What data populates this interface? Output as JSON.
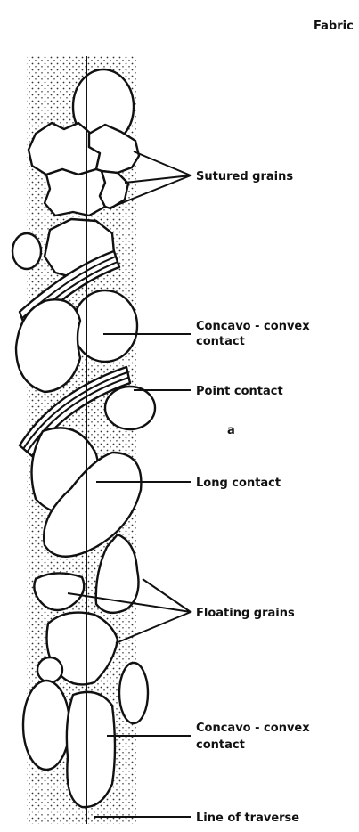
{
  "title": "Fabric",
  "page_mark": "a",
  "labels": {
    "sutured_grains": "Sutured grains",
    "concavo_convex_1_line1": "Concavo - convex",
    "concavo_convex_1_line2": "contact",
    "point_contact": "Point contact",
    "long_contact": "Long contact",
    "floating_grains": "Floating grains",
    "concavo_convex_2_line1": "Concavo - convex",
    "concavo_convex_2_line2": "contact",
    "line_of_traverse": "Line of traverse"
  },
  "colors": {
    "ink": "#111111",
    "paper": "#ffffff"
  }
}
